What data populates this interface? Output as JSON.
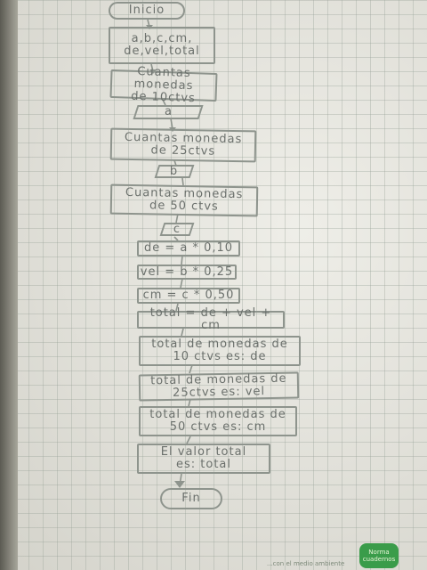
{
  "flowchart": {
    "start": "Inicio",
    "declare": "a,b,c,cm,\nde,vel,total",
    "prompt_a": "Cuantas monedas\nde 10ctvs",
    "input_a": "a",
    "prompt_b": "Cuantas monedas\nde 25ctvs",
    "input_b": "b",
    "prompt_c": "Cuantas monedas\nde 50 ctvs",
    "input_c": "c",
    "calc_de": "de = a * 0,10",
    "calc_vel": "vel = b * 0,25",
    "calc_cm": "cm = c * 0,50",
    "calc_total": "total = de + vel + cm",
    "out_de": "total de monedas de\n10 ctvs es: de",
    "out_vel": "total de monedas de\n25ctvs es: vel",
    "out_cm": "total de monedas de\n50 ctvs es: cm",
    "out_total": "El valor total\nes: total",
    "end": "Fin"
  },
  "footer": {
    "text": "...con el medio ambiente",
    "logo": "Norma\ncuadernos"
  },
  "colors": {
    "ink": "#8e948d",
    "paper": "#e6e5dc",
    "logo": "#3a9c4a"
  }
}
